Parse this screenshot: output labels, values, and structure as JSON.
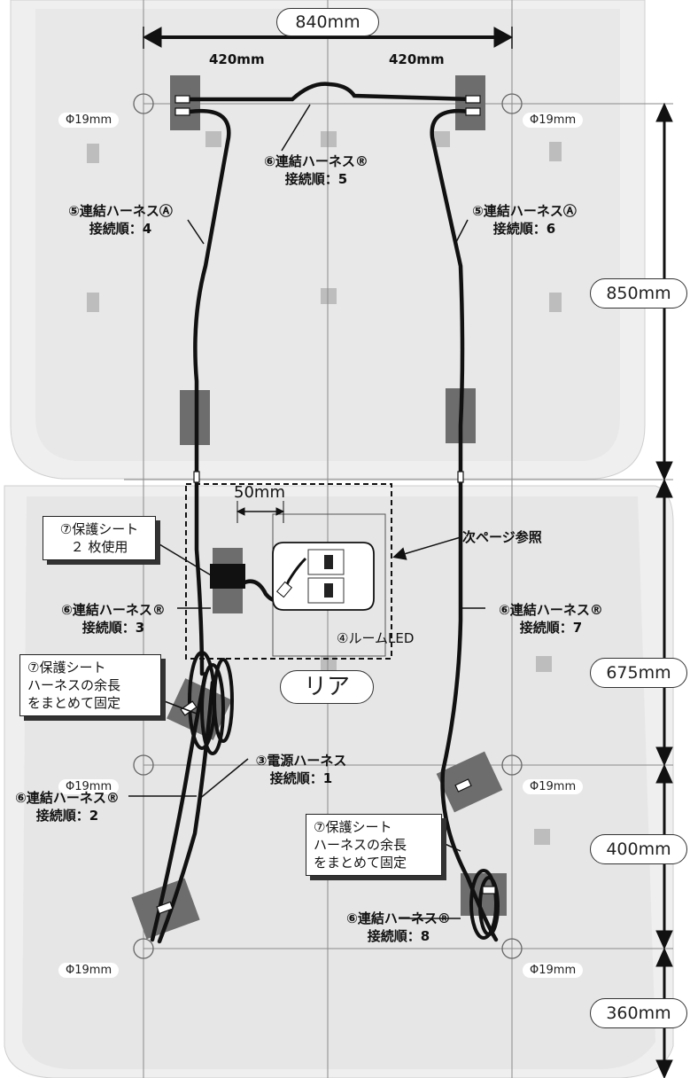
{
  "dimensions": {
    "total_width": "840mm",
    "left_half": "420mm",
    "right_half": "420mm",
    "gap_small": "50mm",
    "section_heights": [
      "850mm",
      "675mm",
      "400mm",
      "360mm"
    ]
  },
  "holes": {
    "top_left": "Φ19mm",
    "top_right": "Φ19mm",
    "mid_left": "Φ19mm",
    "mid_right": "Φ19mm",
    "bottom_left": "Φ19mm",
    "bottom_right": "Φ19mm"
  },
  "harness_labels": {
    "h6b_top": {
      "name": "⑥連結ハーネス®",
      "order": "接続順：5"
    },
    "h5a_left": {
      "name": "⑤連結ハーネスⒶ",
      "order": "接続順：4"
    },
    "h5a_right": {
      "name": "⑤連結ハーネスⒶ",
      "order": "接続順：6"
    },
    "h6b_mid_left": {
      "name": "⑥連結ハーネス®",
      "order": "接続順：3"
    },
    "h6b_mid_right": {
      "name": "⑥連結ハーネス®",
      "order": "接続順：7"
    },
    "power": {
      "name": "③電源ハーネス",
      "order": "接続順：1"
    },
    "h6b_low_left": {
      "name": "⑥連結ハーネス®",
      "order": "接続順：2"
    },
    "h6b_low_right": {
      "name": "⑥連結ハーネス®",
      "order": "接続順：8"
    }
  },
  "callouts": {
    "sheet_two": [
      "⑦保護シート",
      "２ 枚使用"
    ],
    "sheet_left": [
      "⑦保護シート",
      "ハーネスの余長",
      "をまとめて固定"
    ],
    "sheet_right": [
      "⑦保護シート",
      "ハーネスの余長",
      "をまとめて固定"
    ],
    "next_page": "次ページ参照",
    "room_led": "④ルームLED",
    "rear": "リア"
  }
}
